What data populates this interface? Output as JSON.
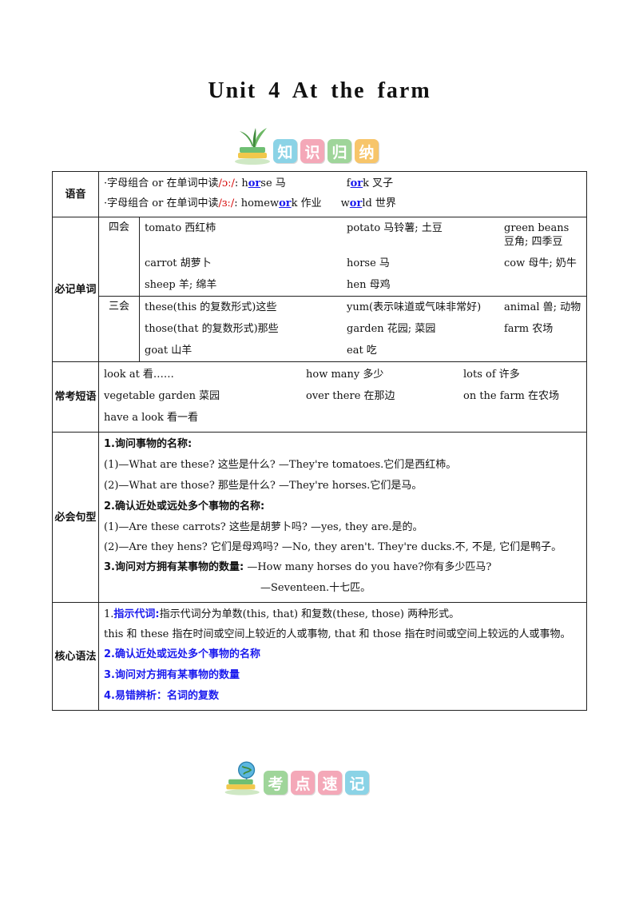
{
  "title": "Unit 4 At the farm",
  "banner1": {
    "chars": [
      "知",
      "识",
      "归",
      "纳"
    ]
  },
  "banner2": {
    "chars": [
      "考",
      "点",
      "速",
      "记"
    ]
  },
  "phonics": {
    "label": "语音",
    "row1": {
      "prefix": "·字母组合 or 在单词中读",
      "ipa": "/ɔː/",
      "colon": ": ",
      "w1a": "h",
      "w1b": "or",
      "w1c": "se 马",
      "w2a": "f",
      "w2b": "or",
      "w2c": "k 叉子"
    },
    "row2": {
      "prefix": "·字母组合 or 在单词中读",
      "ipa": "/ɜː/",
      "colon": ": ",
      "w1a": "homew",
      "w1b": "or",
      "w1c": "k 作业",
      "w2a": "w",
      "w2b": "or",
      "w2c": "ld 世界"
    }
  },
  "vocab": {
    "label": "必记单词",
    "four": {
      "label": "四会",
      "items": [
        "tomato 西红柿",
        "potato 马铃薯; 土豆",
        "green beans 豆角; 四季豆",
        "carrot 胡萝卜",
        "horse 马",
        "cow 母牛; 奶牛",
        "sheep 羊; 绵羊",
        "hen 母鸡",
        ""
      ]
    },
    "three": {
      "label": "三会",
      "items": [
        "these(this 的复数形式)这些",
        "yum(表示味道或气味非常好)",
        "animal 兽; 动物",
        "those(that 的复数形式)那些",
        "garden 花园; 菜园",
        "farm 农场",
        "goat 山羊",
        "eat 吃",
        ""
      ]
    }
  },
  "phrases": {
    "label": "常考短语",
    "items": [
      "look at 看……",
      "how many 多少",
      "lots of 许多",
      "vegetable garden 菜园",
      "over there 在那边",
      "on the farm 在农场",
      "have a look 看一看",
      "",
      ""
    ]
  },
  "sentences": {
    "label": "必会句型",
    "h1": "1.询问事物的名称:",
    "s1": "(1)—What are these? 这些是什么? —They're tomatoes.它们是西红柿。",
    "s2": "(2)—What are those? 那些是什么? —They're horses.它们是马。",
    "h2": "2.确认近处或远处多个事物的名称:",
    "s3": "(1)—Are these carrots? 这些是胡萝卜吗? —yes, they are.是的。",
    "s4": "(2)—Are they hens? 它们是母鸡吗? —No, they aren't. They're ducks.不, 不是, 它们是鸭子。",
    "h3": "3.询问对方拥有某事物的数量:",
    "s5": " —How many horses do you have?你有多少匹马?",
    "s6": "—Seventeen.十七匹。"
  },
  "grammar": {
    "label": "核心语法",
    "g1_num": "1.",
    "g1_head": "指示代词:",
    "g1_text": "指示代词分为单数(this, that) 和复数(these, those) 两种形式。",
    "g1_detail": "this 和 these 指在时间或空间上较近的人或事物, that 和 those 指在时间或空间上较远的人或事物。",
    "g2": "2.确认近处或远处多个事物的名称",
    "g3": "3.询问对方拥有某事物的数量",
    "g4": "4.易错辨析：名词的复数"
  }
}
